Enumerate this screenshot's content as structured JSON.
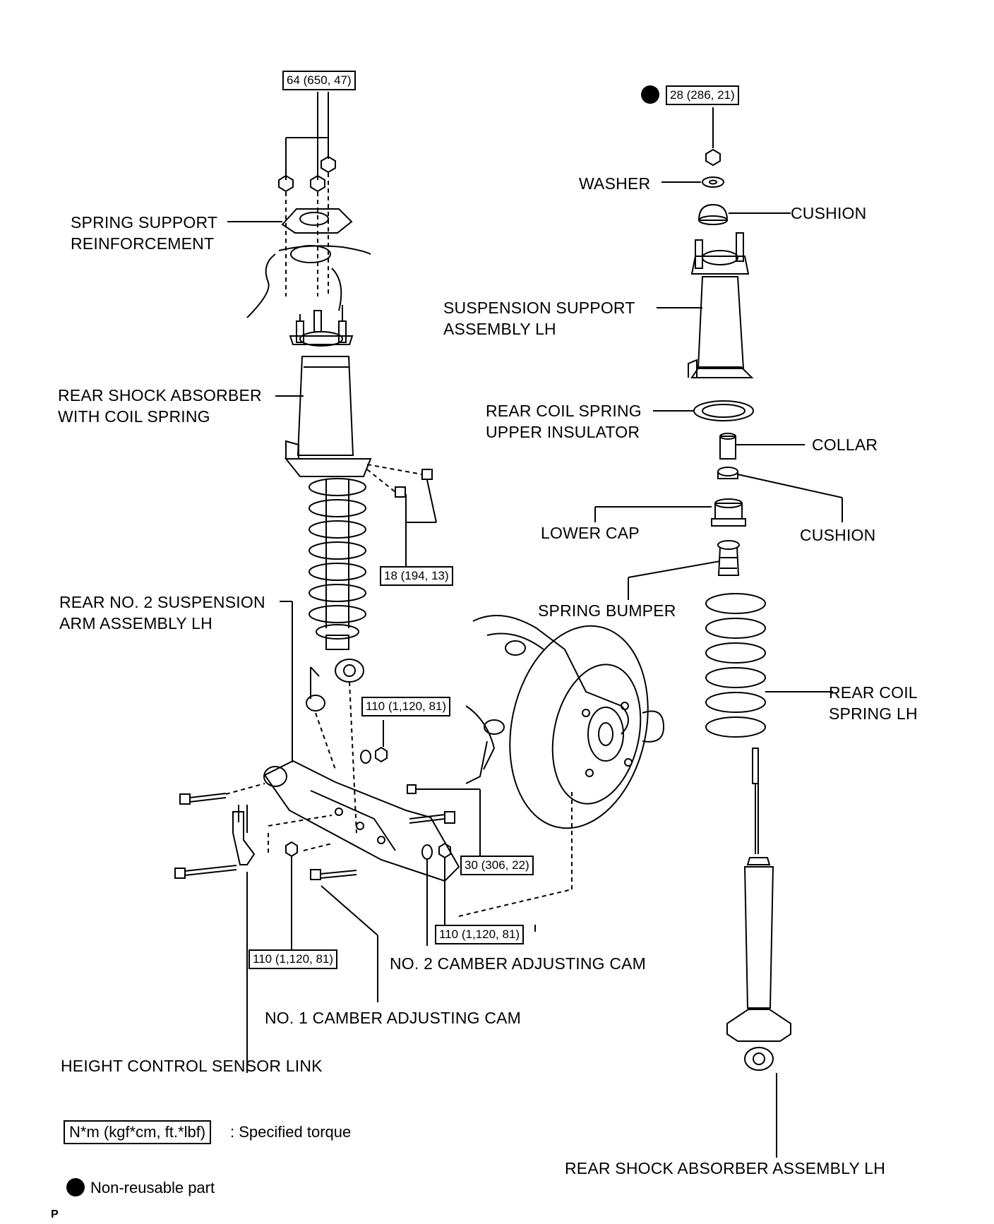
{
  "labels": {
    "spring_support": "SPRING SUPPORT",
    "reinforcement": "REINFORCEMENT",
    "rear_shock_with_coil_1": "REAR SHOCK ABSORBER",
    "rear_shock_with_coil_2": "WITH COIL SPRING",
    "rear_no2_arm_1": "REAR NO. 2 SUSPENSION",
    "rear_no2_arm_2": "ARM ASSEMBLY LH",
    "washer": "WASHER",
    "cushion_top": "CUSHION",
    "suspension_support_1": "SUSPENSION SUPPORT",
    "suspension_support_2": "ASSEMBLY LH",
    "upper_insulator_1": "REAR COIL SPRING",
    "upper_insulator_2": "UPPER INSULATOR",
    "collar": "COLLAR",
    "lower_cap": "LOWER CAP",
    "cushion_lower": "CUSHION",
    "spring_bumper": "SPRING BUMPER",
    "rear_coil_spring_1": "REAR COIL",
    "rear_coil_spring_2": "SPRING LH",
    "no2_camber": "NO. 2 CAMBER ADJUSTING CAM",
    "no1_camber": "NO. 1 CAMBER ADJUSTING CAM",
    "height_sensor_link": "HEIGHT CONTROL SENSOR LINK",
    "rear_shock_assembly": "REAR SHOCK ABSORBER ASSEMBLY LH"
  },
  "torques": {
    "spring_support_nuts": "64 (650, 47)",
    "top_nut": "28 (286, 21)",
    "bracket_bolts": "18 (194, 13)",
    "stabilizer_nut": "110 (1,120, 81)",
    "arm_bolt": "30 (306, 22)",
    "cam_nut_right": "110 (1,120, 81)",
    "cam_nut_left": "110 (1,120, 81)"
  },
  "legend": {
    "torque_unit": "N*m (kgf*cm, ft.*lbf)",
    "torque_desc": ": Specified torque",
    "non_reusable": "Non-reusable part"
  },
  "footer_mark": "P"
}
